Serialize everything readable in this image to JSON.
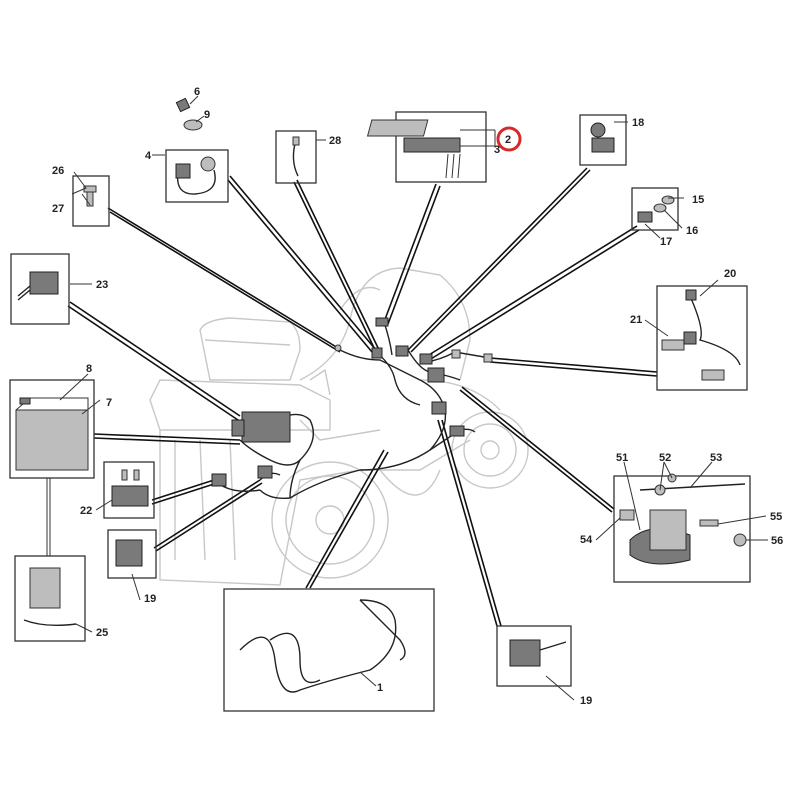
{
  "parts": {
    "p1": "1",
    "p2": "2",
    "p3": "3",
    "p4": "4",
    "p6": "6",
    "p7": "7",
    "p8": "8",
    "p9": "9",
    "p15": "15",
    "p16": "16",
    "p17": "17",
    "p18": "18",
    "p19a": "19",
    "p19b": "19",
    "p20": "20",
    "p21": "21",
    "p22": "22",
    "p23": "23",
    "p25": "25",
    "p26": "26",
    "p27": "27",
    "p28": "28",
    "p51": "51",
    "p52": "52",
    "p53": "53",
    "p54": "54",
    "p55": "55",
    "p56": "56"
  },
  "highlight": {
    "part": "p2",
    "color": "#d62a2a"
  }
}
